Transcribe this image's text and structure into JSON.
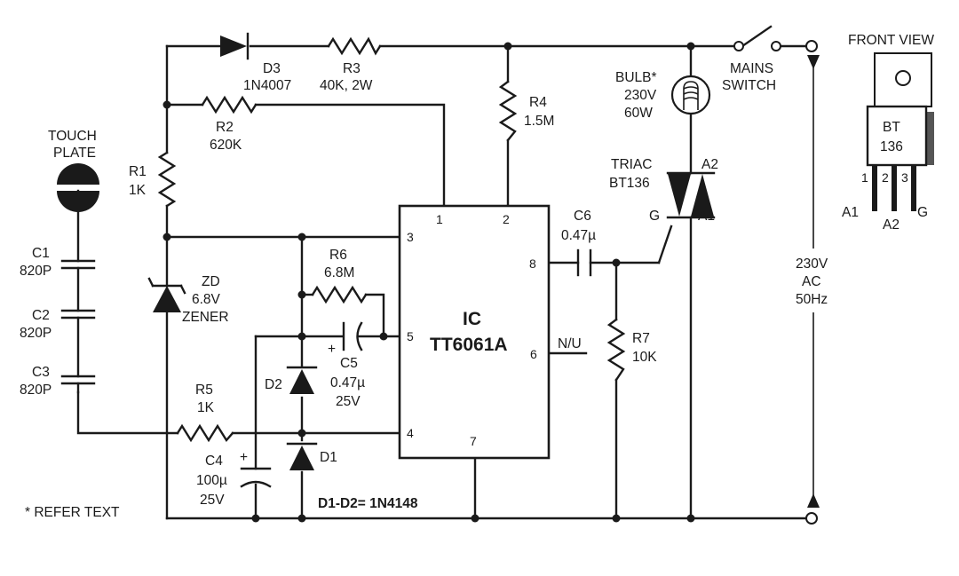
{
  "labels": {
    "front_view": "FRONT VIEW",
    "bt_line1": "BT",
    "bt_line2": "136",
    "bt_pin1": "1",
    "bt_pin2": "2",
    "bt_pin3": "3",
    "bt_a1": "A1",
    "bt_a2": "A2",
    "bt_g": "G",
    "d3_name": "D3",
    "d3_value": "1N4007",
    "r3_name": "R3",
    "r3_value": "40K, 2W",
    "mains_switch_l1": "MAINS",
    "mains_switch_l2": "SWITCH",
    "bulb_l1": "BULB*",
    "bulb_l2": "230V",
    "bulb_l3": "60W",
    "r4_name": "R4",
    "r4_value": "1.5M",
    "r2_name": "R2",
    "r2_value": "620K",
    "touch_l1": "TOUCH",
    "touch_l2": "PLATE",
    "r1_name": "R1",
    "r1_value": "1K",
    "triac_l1": "TRIAC",
    "triac_l2": "BT136",
    "triac_a2": "A2",
    "triac_g": "G",
    "triac_a1": "A1",
    "c1_name": "C1",
    "c1_value": "820P",
    "c2_name": "C2",
    "c2_value": "820P",
    "c3_name": "C3",
    "c3_value": "820P",
    "zd_name": "ZD",
    "zd_value": "6.8V",
    "zd_type": "ZENER",
    "r6_name": "R6",
    "r6_value": "6.8M",
    "c6_name": "C6",
    "c6_value": "0.47µ",
    "ic_name": "IC",
    "ic_part": "TT6061A",
    "pin1": "1",
    "pin2": "2",
    "pin3": "3",
    "pin4": "4",
    "pin5": "5",
    "pin6": "6",
    "pin7": "7",
    "pin8": "8",
    "nu": "N/U",
    "plus_c5": "+",
    "plus_c4": "+",
    "c5_name": "C5",
    "c5_value": "0.47µ",
    "c5_voltage": "25V",
    "d2_name": "D2",
    "d1_name": "D1",
    "r5_name": "R5",
    "r5_value": "1K",
    "r7_name": "R7",
    "r7_value": "10K",
    "supply_l1": "230V",
    "supply_l2": "AC",
    "supply_l3": "50Hz",
    "c4_name": "C4",
    "c4_value": "100µ",
    "c4_voltage": "25V",
    "refer_text": "* REFER TEXT",
    "diode_note": "D1-D2= 1N4148"
  }
}
